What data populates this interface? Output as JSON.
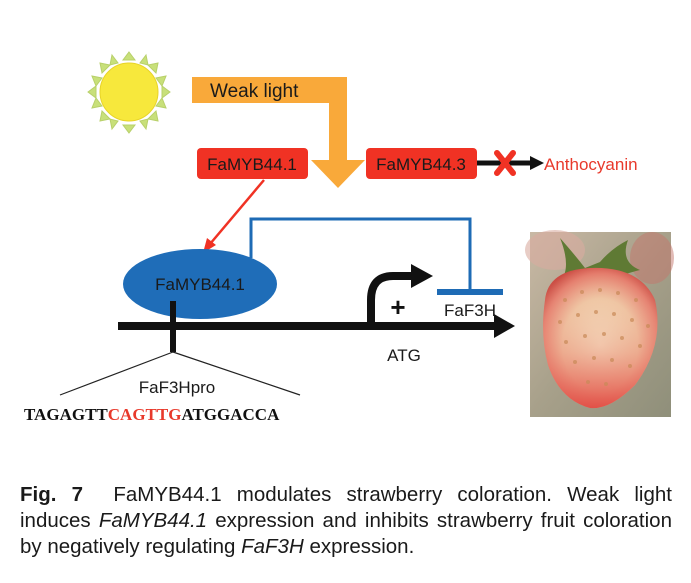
{
  "diagram": {
    "weak_light_label": "Weak light",
    "famyb441_box_label": "FaMYB44.1",
    "famyb443_box_label": "FaMYB44.3",
    "anthocyanin_label": "Anthocyanin",
    "famyb441_ellipse_label": "FaMYB44.1",
    "plus_sign": "+",
    "faf3h_label": "FaF3H",
    "atg_label": "ATG",
    "promoter_label": "FaF3Hpro",
    "sequence": {
      "prefix": "TAGAGTT",
      "motif": "CAGTTG",
      "suffix": "ATGGACCA"
    }
  },
  "caption": {
    "fig_label": "Fig. 7",
    "part1": "FaMYB44.1 modulates strawberry coloration. Weak light induces ",
    "gene1": "FaMYB44.1",
    "part2": " expression and inhibits strawberry fruit coloration by negatively regulating ",
    "gene2": "FaF3H",
    "part3": " expression."
  },
  "colors": {
    "sun": "#f7e83c",
    "sun_rays": "#c8e07a",
    "orange_arrow": "#f9a93a",
    "red_box": "#f03224",
    "ellipse": "#1f6db8",
    "inhibit_line": "#1e6bb5",
    "red_text": "#e8392b"
  }
}
